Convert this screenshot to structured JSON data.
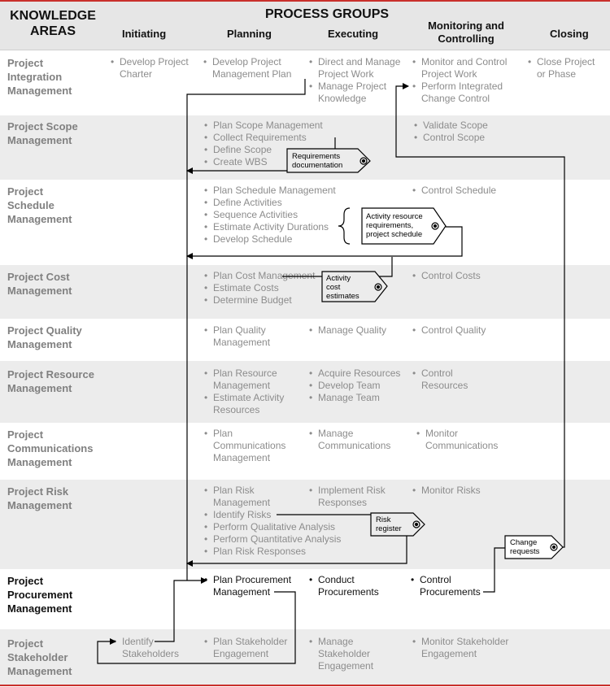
{
  "header": {
    "knowledge_areas": "KNOWLEDGE AREAS",
    "process_groups": "PROCESS GROUPS",
    "columns": [
      "Initiating",
      "Planning",
      "Executing",
      "Monitoring and Controlling",
      "Closing"
    ]
  },
  "rows": [
    {
      "area": "Project Integration Management",
      "initiating": [
        "Develop Project Charter"
      ],
      "planning": [
        "Develop Project Management Plan"
      ],
      "executing": [
        "Direct and Manage Project Work",
        "Manage Project Knowledge"
      ],
      "monitoring": [
        "Monitor and Control Project Work",
        "Perform Integrated Change Control"
      ],
      "closing": [
        "Close Project or Phase"
      ]
    },
    {
      "area": "Project Scope Management",
      "planning": [
        "Plan Scope Management",
        "Collect Requirements",
        "Define Scope",
        "Create WBS"
      ],
      "monitoring": [
        "Validate Scope",
        "Control Scope"
      ]
    },
    {
      "area": "Project Schedule Management",
      "planning": [
        "Plan Schedule Management",
        "Define Activities",
        "Sequence Activities",
        "Estimate Activity Durations",
        "Develop Schedule"
      ],
      "monitoring": [
        "Control Schedule"
      ]
    },
    {
      "area": "Project Cost Management",
      "planning": [
        "Plan Cost Management",
        "Estimate Costs",
        "Determine Budget"
      ],
      "monitoring": [
        "Control Costs"
      ]
    },
    {
      "area": "Project Quality Management",
      "planning": [
        "Plan Quality Management"
      ],
      "executing": [
        "Manage Quality"
      ],
      "monitoring": [
        "Control Quality"
      ]
    },
    {
      "area": "Project Resource Management",
      "planning": [
        "Plan Resource Management",
        "Estimate Activity Resources"
      ],
      "executing": [
        "Acquire Resources",
        "Develop Team",
        "Manage Team"
      ],
      "monitoring": [
        "Control Resources"
      ]
    },
    {
      "area": "Project Communications Management",
      "planning": [
        "Plan Communications Management"
      ],
      "executing": [
        "Manage Communications"
      ],
      "monitoring": [
        "Monitor Communications"
      ]
    },
    {
      "area": "Project Risk Management",
      "planning": [
        "Plan Risk Management",
        "Identify Risks",
        "Perform Qualitative Analysis",
        "Perform Quantitative Analysis",
        "Plan Risk Responses"
      ],
      "executing": [
        "Implement Risk Responses"
      ],
      "monitoring": [
        "Monitor Risks"
      ]
    },
    {
      "area": "Project Procurement Management",
      "planning": [
        "Plan Procurement Management"
      ],
      "executing": [
        "Conduct Procurements"
      ],
      "monitoring": [
        "Control Procurements"
      ]
    },
    {
      "area": "Project Stakeholder Management",
      "initiating": [
        "Identify Stakeholders"
      ],
      "planning": [
        "Plan Stakeholder Engagement"
      ],
      "executing": [
        "Manage Stakeholder Engagement"
      ],
      "monitoring": [
        "Monitor Stakeholder Engagement"
      ]
    }
  ],
  "tags": {
    "requirements": "Requirements documentation",
    "schedule": "Activity resource requirements, project schedule",
    "cost": "Activity cost estimates",
    "risk": "Risk register",
    "change": "Change requests"
  },
  "colors": {
    "accent_line": "#c9302c",
    "row_shade": "#ececec",
    "inactive_text": "#8c8c8c",
    "active_text": "#111111"
  }
}
